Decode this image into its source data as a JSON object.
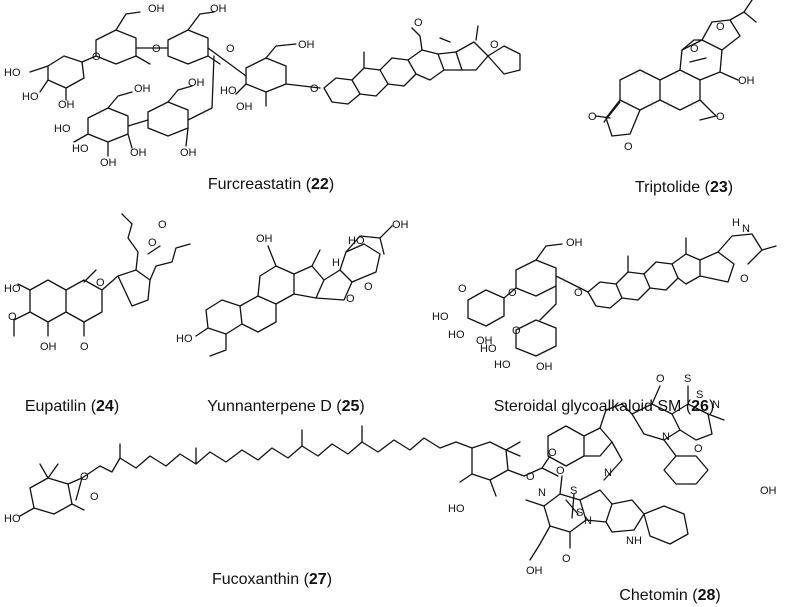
{
  "compounds": [
    {
      "name": "Furcreastatin",
      "number": "22"
    },
    {
      "name": "Triptolide",
      "number": "23"
    },
    {
      "name": "Eupatilin",
      "number": "24"
    },
    {
      "name": "Yunnanterpene D",
      "number": "25"
    },
    {
      "name": "Steroidal glycoalkaloid SM",
      "number": "26"
    },
    {
      "name": "Fucoxanthin",
      "number": "27"
    },
    {
      "name": "Chetomin",
      "number": "28"
    }
  ],
  "atoms": {
    "oh": "OH",
    "ho": "HO",
    "o": "O",
    "n": "N",
    "nh": "NH",
    "s": "S",
    "h": "H"
  },
  "paren_open": "(",
  "paren_close": ")"
}
